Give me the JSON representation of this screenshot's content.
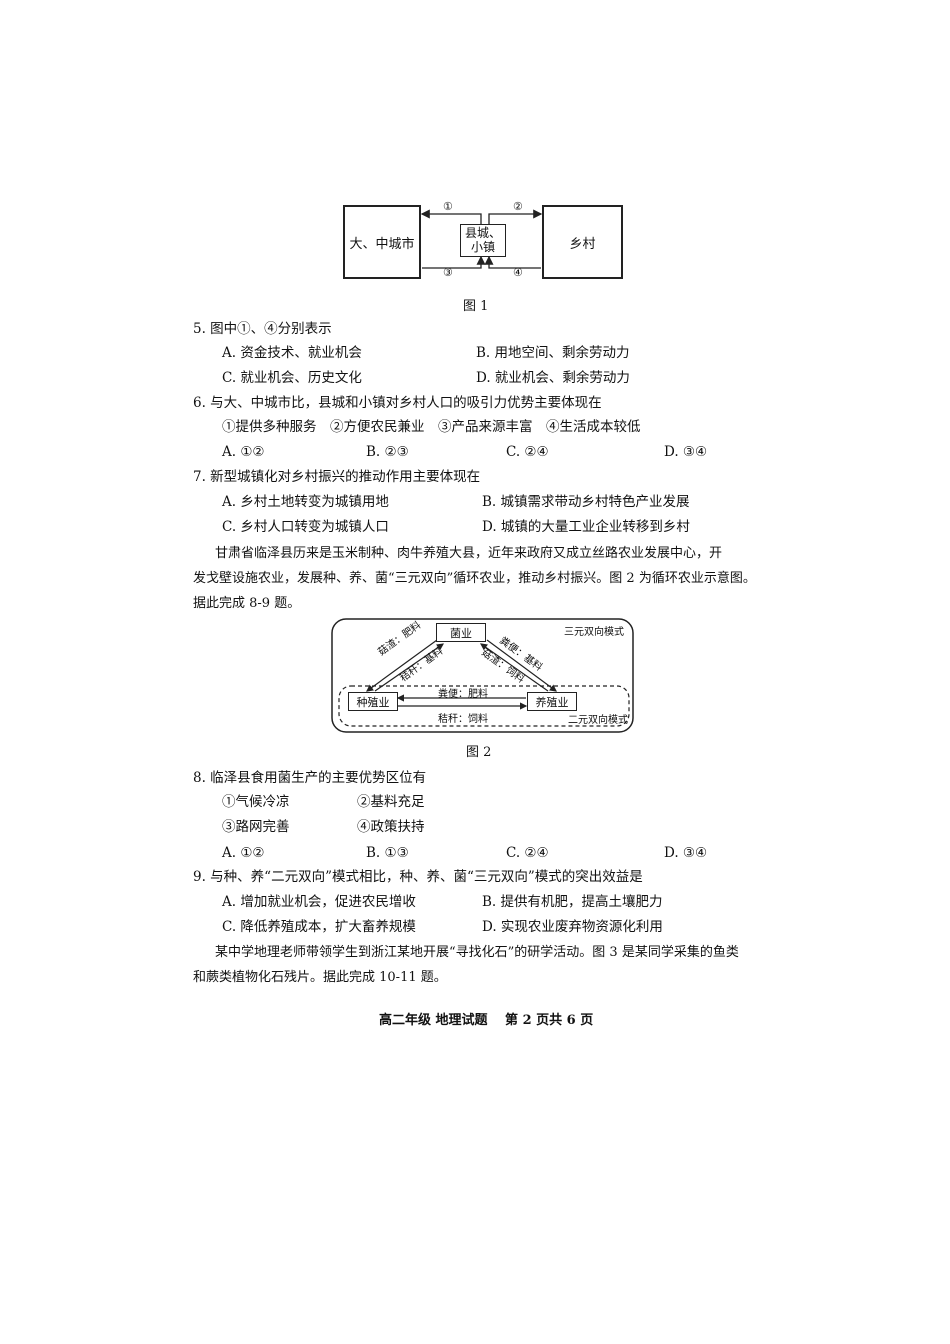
{
  "figure1": {
    "box_city": "大、中城市",
    "box_county_line1": "县城、",
    "box_county_line2": "小镇",
    "box_village": "乡村",
    "arrow1": "①",
    "arrow2": "②",
    "arrow3": "③",
    "arrow4": "④",
    "caption": "图 1"
  },
  "q5": {
    "stem": "5. 图中①、④分别表示",
    "A": "A. 资金技术、就业机会",
    "B": "B. 用地空间、剩余劳动力",
    "C": "C. 就业机会、历史文化",
    "D": "D. 就业机会、剩余劳动力"
  },
  "q6": {
    "stem": "6. 与大、中城市比，县城和小镇对乡村人口的吸引力优势主要体现在",
    "items": "①提供多种服务　②方便农民兼业　③产品来源丰富　④生活成本较低",
    "A": "A. ①②",
    "B": "B. ②③",
    "C": "C. ②④",
    "D": "D. ③④"
  },
  "q7": {
    "stem": "7. 新型城镇化对乡村振兴的推动作用主要体现在",
    "A": "A. 乡村土地转变为城镇用地",
    "B": "B. 城镇需求带动乡村特色产业发展",
    "C": "C. 乡村人口转变为城镇人口",
    "D": "D. 城镇的大量工业企业转移到乡村"
  },
  "passage1": {
    "line1": "甘肃省临泽县历来是玉米制种、肉牛养殖大县，近年来政府又成立丝路农业发展中心，开",
    "line2": "发戈壁设施农业，发展种、养、菌“三元双向”循环农业，推动乡村振兴。图 2 为循环农业示意图。",
    "line3": "据此完成 8-9 题。"
  },
  "figure2": {
    "outer_label": "三元双向模式",
    "inner_label": "二元双向模式",
    "node_fungi": "菌业",
    "node_crop": "种殖业",
    "node_livestock": "养殖业",
    "edge_left_outer": "菇渣：肥料",
    "edge_left_inner": "秸秆：基料",
    "edge_right_outer": "粪便：基料",
    "edge_right_inner": "菇渣：饲料",
    "edge_bottom_top": "粪便：肥料",
    "edge_bottom_bottom": "秸秆：饲料",
    "caption": "图 2"
  },
  "q8": {
    "stem": "8. 临泽县食用菌生产的主要优势区位有",
    "item1": "①气候冷凉",
    "item2": "②基料充足",
    "item3": "③路网完善",
    "item4": "④政策扶持",
    "A": "A. ①②",
    "B": "B. ①③",
    "C": "C. ②④",
    "D": "D. ③④"
  },
  "q9": {
    "stem": "9. 与种、养“二元双向”模式相比，种、养、菌“三元双向”模式的突出效益是",
    "A": "A. 增加就业机会，促进农民增收",
    "B": "B. 提供有机肥，提高土壤肥力",
    "C": "C. 降低养殖成本，扩大畜养规模",
    "D": "D. 实现农业废弃物资源化利用"
  },
  "passage2": {
    "line1": "某中学地理老师带领学生到浙江某地开展“寻找化石”的研学活动。图 3 是某同学采集的鱼类",
    "line2": "和蕨类植物化石残片。据此完成 10-11 题。"
  },
  "footer": {
    "text": "高二年级 地理试题　 第 2 页共 6 页"
  }
}
